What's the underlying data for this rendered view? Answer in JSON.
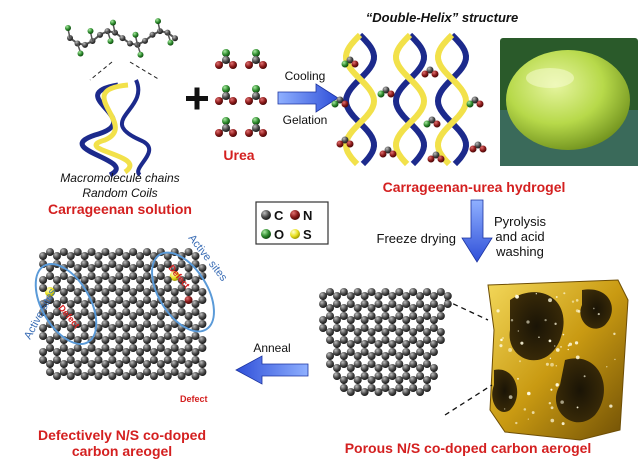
{
  "colors": {
    "red_label": "#d42020",
    "blue_label": "#3a6db5",
    "arrow_blue": "#2f4fd8",
    "carbon": "#4a4a4a",
    "nitrogen": "#8b1a1a",
    "oxygen": "#2e8b2e",
    "sulfur": "#e8e020",
    "helix_navy": "#1c2a8c",
    "helix_yellow": "#f2e14a",
    "gel_green": "#b7d94a",
    "aerogel_gold": "#c99a12"
  },
  "labels": {
    "double_helix": "“Double-Helix” structure",
    "urea": "Urea",
    "cooling": "Cooling",
    "gelation": "Gelation",
    "macro_line1": "Macromolecule chains",
    "macro_line2": "Random Coils",
    "carrageenan_solution": "Carrageenan solution",
    "carrageenan_hydrogel": "Carrageenan-urea hydrogel",
    "freeze_drying": "Freeze drying",
    "pyrolysis_line1": "Pyrolysis",
    "pyrolysis_line2": "and acid",
    "pyrolysis_line3": "washing",
    "anneal": "Anneal",
    "active_sites": "Active sites",
    "defect": "Defect",
    "porous_aerogel": "Porous N/S co-doped carbon aerogel",
    "defective_line1": "Defectively N/S co-doped",
    "defective_line2": "carbon areogel"
  },
  "legend": {
    "items": [
      {
        "symbol": "C",
        "color_key": "carbon"
      },
      {
        "symbol": "N",
        "color_key": "nitrogen"
      },
      {
        "symbol": "O",
        "color_key": "oxygen"
      },
      {
        "symbol": "S",
        "color_key": "sulfur"
      }
    ]
  }
}
